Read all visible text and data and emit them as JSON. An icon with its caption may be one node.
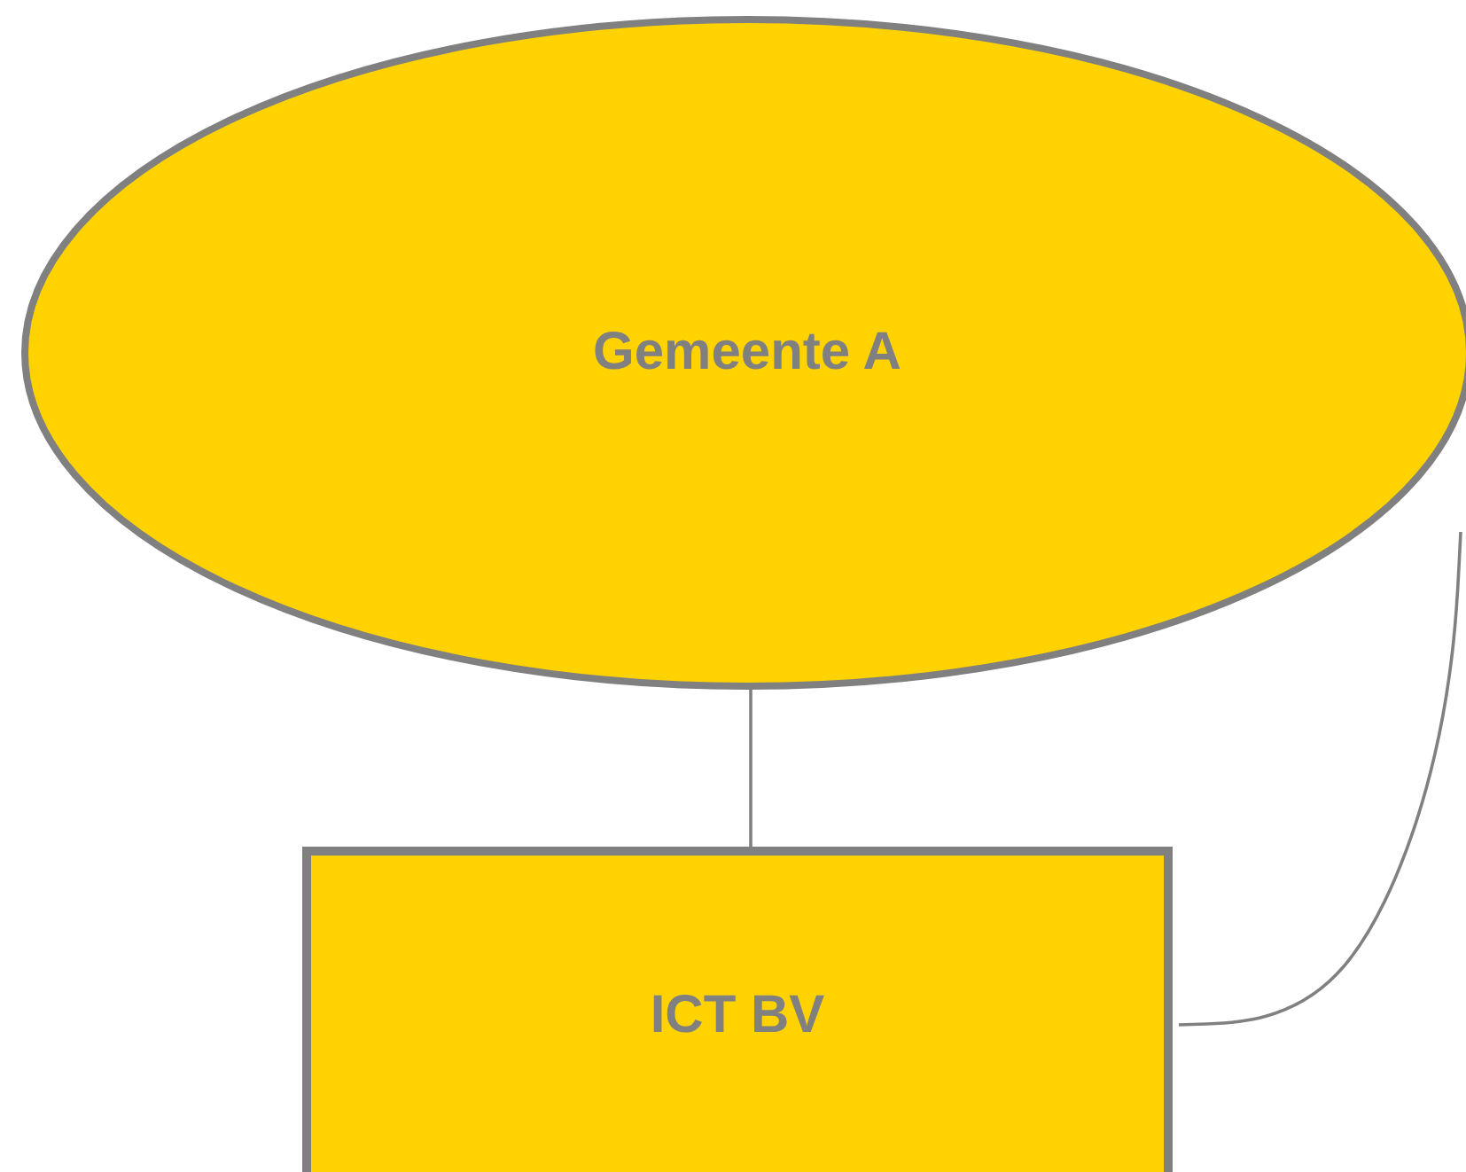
{
  "diagram": {
    "nodes": [
      {
        "text": [
          "Gemeente A"
        ]
      },
      {
        "text": [
          "ICT BV"
        ]
      }
    ],
    "edges": [
      {
        "from": 0,
        "to": 1,
        "arrow": "none"
      },
      {
        "from": 1,
        "to": null,
        "arrow": "none"
      }
    ]
  }
}
